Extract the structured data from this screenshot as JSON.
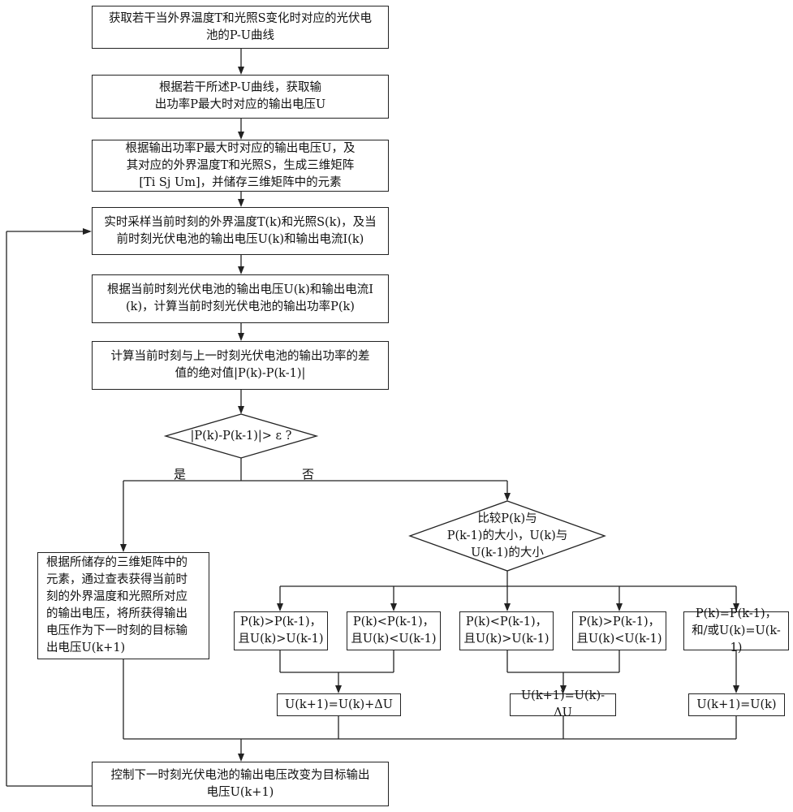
{
  "steps": {
    "s1": "获取若干当外界温度T和光照S变化时对应的光伏电\n池的P-U曲线",
    "s2": "根据若干所述P-U曲线，获取输\n出功率P最大时对应的输出电压U",
    "s3": "根据输出功率P最大时对应的输出电压U，及\n其对应的外界温度T和光照S，生成三维矩阵\n[Ti Sj Um]，并储存三维矩阵中的元素",
    "s4": "实时采样当前时刻的外界温度T(k)和光照S(k)，及当\n前时刻光伏电池的输出电压U(k)和输出电流I(k)",
    "s5": "根据当前时刻光伏电池的输出电压U(k)和输出电流I\n(k)，计算当前时刻光伏电池的输出功率P(k)",
    "s6": "计算当前时刻与上一时刻光伏电池的输出功率的差\n值的绝对值|P(k)-P(k-1)|",
    "lookup": "根据所储存的三维矩阵中的\n元素，通过查表获得当前时\n刻的外界温度和光照所对应\n的输出电压，将所获得输出\n电压作为下一时刻的目标输\n出电压U(k+1)",
    "final": "控制下一时刻光伏电池的输出电压改变为目标输出\n电压U(k+1)"
  },
  "decisions": {
    "d1": "|P(k)-P(k-1)|> ε ?",
    "d2": "比较P(k)与\nP(k-1)的大小，U(k)与\nU(k-1)的大小"
  },
  "branch_labels": {
    "yes": "是",
    "no": "否"
  },
  "conditions": {
    "c1": "P(k)>P(k-1)，\n且U(k)>U(k-1)",
    "c2": "P(k)<P(k-1)，\n且U(k)<U(k-1)",
    "c3": "P(k)<P(k-1)，\n且U(k)>U(k-1)",
    "c4": "P(k)>P(k-1)，\n且U(k)<U(k-1)",
    "c5": "P(k)=P(k-1)，\n和/或U(k)=U(k-1)"
  },
  "updates": {
    "u1": "U(k+1)=U(k)+ΔU",
    "u2": "U(k+1)=U(k)-ΔU",
    "u3": "U(k+1)=U(k)"
  }
}
